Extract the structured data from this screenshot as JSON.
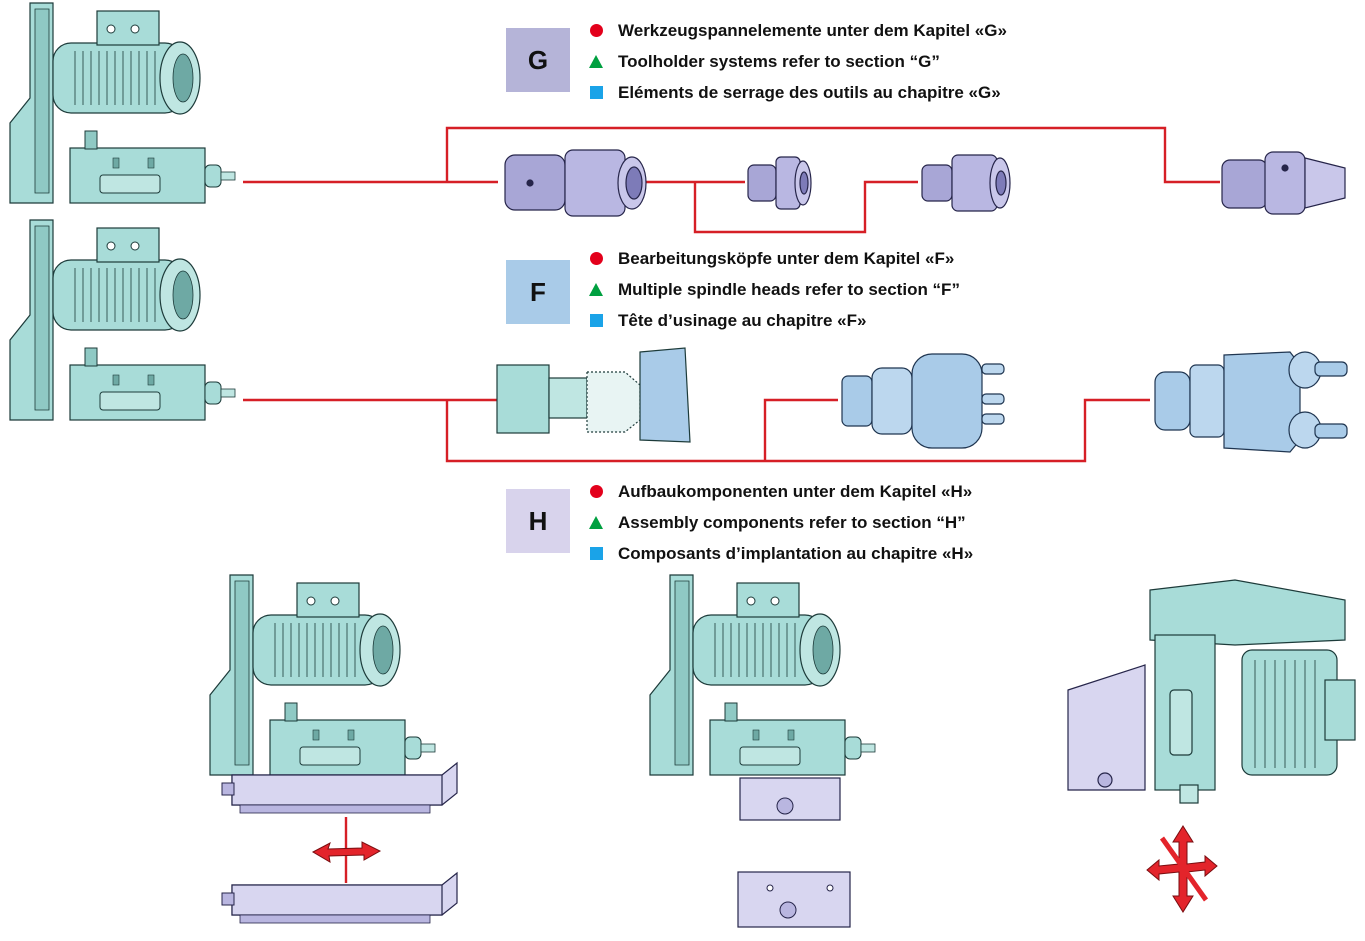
{
  "sections": [
    {
      "letter": "G",
      "box_color": "#b5b4d8",
      "lines": [
        {
          "marker": "red-circle",
          "text": "Werkzeugspannelemente unter dem Kapitel «G»"
        },
        {
          "marker": "green-triangle",
          "text": "Toolholder systems refer to section “G”"
        },
        {
          "marker": "blue-square",
          "text": "Eléments de serrage des outils au chapitre «G»"
        }
      ]
    },
    {
      "letter": "F",
      "box_color": "#a9cbe8",
      "lines": [
        {
          "marker": "red-circle",
          "text": "Bearbeitungsköpfe unter dem Kapitel «F»"
        },
        {
          "marker": "green-triangle",
          "text": "Multiple spindle heads refer to section “F”"
        },
        {
          "marker": "blue-square",
          "text": "Tête d’usinage au chapitre «F»"
        }
      ]
    },
    {
      "letter": "H",
      "box_color": "#d8d3ec",
      "lines": [
        {
          "marker": "red-circle",
          "text": "Aufbaukomponenten unter dem Kapitel «H»"
        },
        {
          "marker": "green-triangle",
          "text": "Assembly components refer to section “H”"
        },
        {
          "marker": "blue-square",
          "text": "Composants d’implantation au chapitre «H»"
        }
      ]
    }
  ],
  "colors": {
    "connector_line": "#d61f26",
    "motor_body": "#a8dcd8",
    "toolholder": "#a8a6d6",
    "head": "#a9cbe8",
    "slide": "#d8d6f0"
  },
  "icons": [
    "drilling-unit-icon",
    "toolholder-icon",
    "multi-spindle-head-icon",
    "slide-unit-icon",
    "cross-slide-icon",
    "angle-drilling-unit-icon",
    "horizontal-arrow-icon",
    "cross-arrow-icon"
  ]
}
